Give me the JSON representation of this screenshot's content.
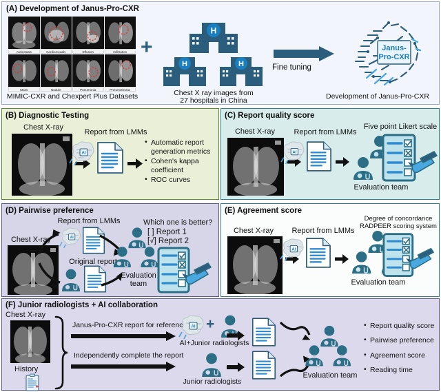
{
  "figure": {
    "panels": [
      {
        "id": "A",
        "title": "(A) Development of Janus-Pro-CXR",
        "bg": "#f2f5fb",
        "border": "#9aa7bd",
        "dataset_caption": "MIMIC-CXR and Chexpert Plus Datasets",
        "xray_labels": [
          "Atelectasis",
          "Cardiomegaly",
          "Effusion",
          "Infiltration",
          "Mass",
          "Nodule",
          "Pneumonia",
          "Pneumothorax"
        ],
        "plus_symbol": "+",
        "hospital_caption_line1": "Chest X ray images from",
        "hospital_caption_line2": "27 hospitals in China",
        "hospital_badge": "H",
        "arrow_label": "Fine tuning",
        "brain_label_line1": "Janus-",
        "brain_label_line2": "Pro-CXR",
        "brain_caption": "Development of Janus-Pro-CXR"
      },
      {
        "id": "B",
        "title": "(B) Diagnostic Testing",
        "bg": "#eaf0d8",
        "border": "#5c8a2e",
        "xray_caption": "Chest X-ray",
        "report_caption": "Report from LMMs",
        "ai_badge": "AI",
        "bullets": [
          "Automatic report generation metrics",
          "Cohen's kappa coefficient",
          "ROC curves"
        ]
      },
      {
        "id": "C",
        "title": "(C) Report quality score",
        "bg": "#d8ecec",
        "border": "#2e7d8a",
        "xray_caption": "Chest X-ray",
        "report_caption": "Report from LMMs",
        "ai_badge": "AI",
        "team_caption": "Evaluation team",
        "scale_caption": "Five point Likert scale"
      },
      {
        "id": "D",
        "title": "(D) Pairwise preference",
        "bg": "#d6d6e8",
        "border": "#5a5a8c",
        "xray_caption": "Chest X-ray",
        "report_caption": "Report from LMMs",
        "original_caption": "Original report",
        "ai_badge": "AI",
        "team_caption_line1": "Evaluation",
        "team_caption_line2": "team",
        "question": "Which one is better?",
        "option1": "[ ] Report 1",
        "option2": "[√] Report 2"
      },
      {
        "id": "E",
        "title": "(E) Agreement score",
        "bg": "#fbfdfd",
        "border": "#2e7d8a",
        "xray_caption": "Chest X-ray",
        "report_caption": "Report from LMMs",
        "ai_badge": "AI",
        "team_caption": "Evaluation team",
        "scale_caption_line1": "Degree of concordance",
        "scale_caption_line2": "RADPEER scoring system"
      },
      {
        "id": "F",
        "title": "(F) Junior radiologists + AI collaboration",
        "bg": "#ddd9ec",
        "border": "#5a5a8c",
        "xray_caption": "Chest X-ray",
        "history_caption": "History",
        "arrow1_label": "Janus-Pro-CXR report for reference",
        "arrow2_label": "Independently complete the report",
        "ai_badge": "AI",
        "plus_symbol": "+",
        "group1_caption": "AI+Junior radiologists",
        "group2_caption": "Junior radiologists",
        "team_caption": "Evaluation team",
        "bullets": [
          "Report quality score",
          "Pairwise preference",
          "Agreement score",
          "Reading time"
        ]
      }
    ],
    "colors": {
      "steel_blue": "#2b5d7d",
      "accent_blue": "#1a7fc1",
      "light_blue": "#4aa8e0",
      "doc_line": "#2e8bd0",
      "arrow_black": "#111111",
      "red_circle": "#e03030"
    }
  }
}
